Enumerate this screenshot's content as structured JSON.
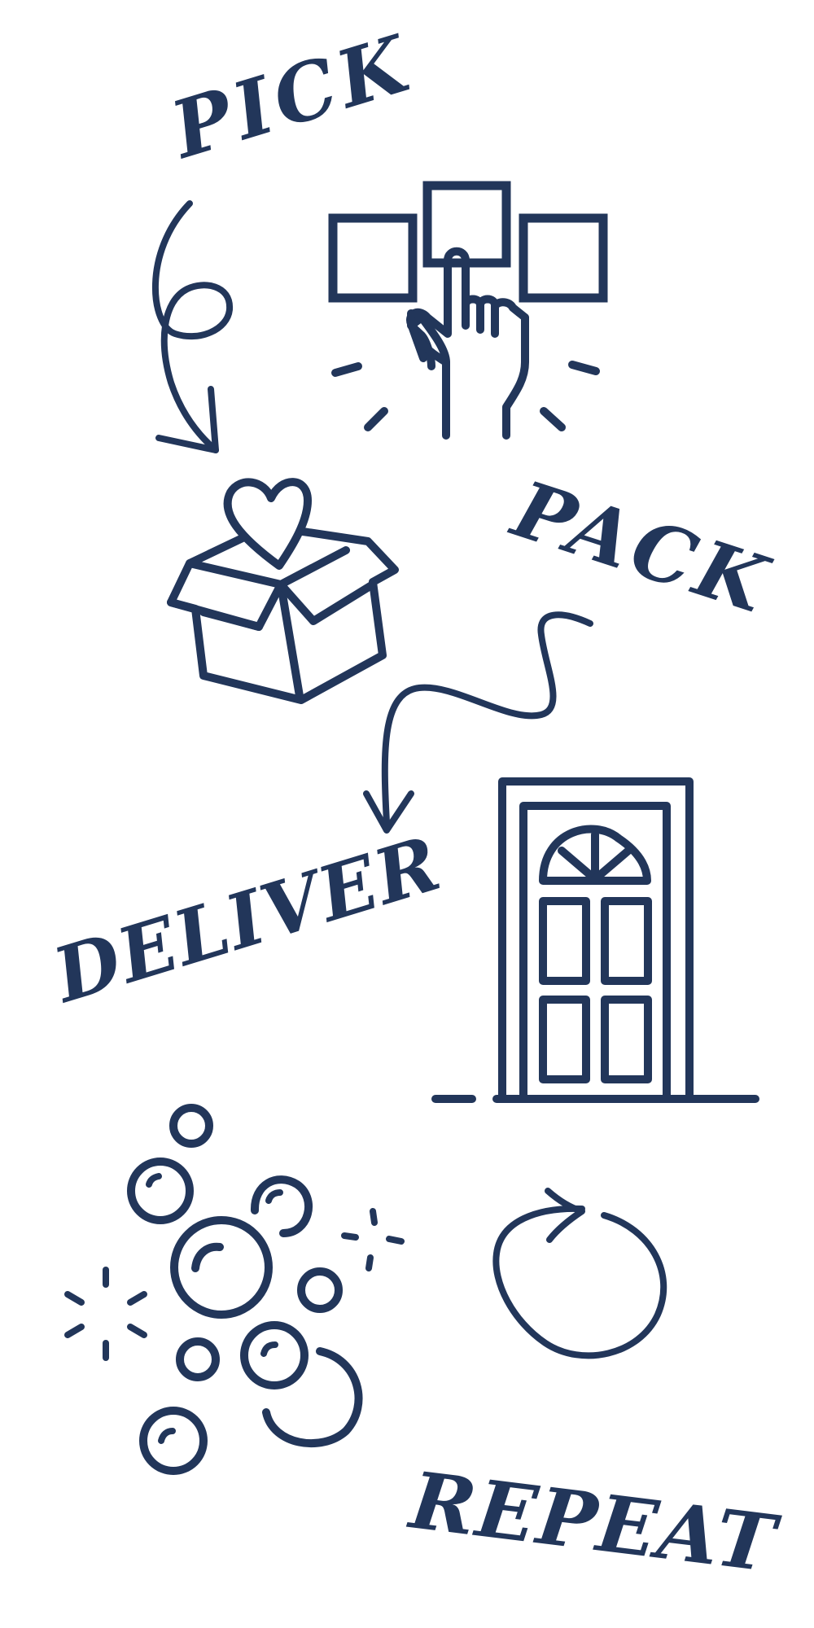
{
  "steps": {
    "pick": "PICK",
    "pack": "PACK",
    "deliver": "DELIVER",
    "repeat": "REPEAT"
  },
  "colors": {
    "ink": "#22365a",
    "background": "#ffffff"
  },
  "icons": [
    "selection-hand-icon",
    "gift-box-icon",
    "front-door-icon",
    "bubbles-icon",
    "repeat-arrow-icon"
  ]
}
